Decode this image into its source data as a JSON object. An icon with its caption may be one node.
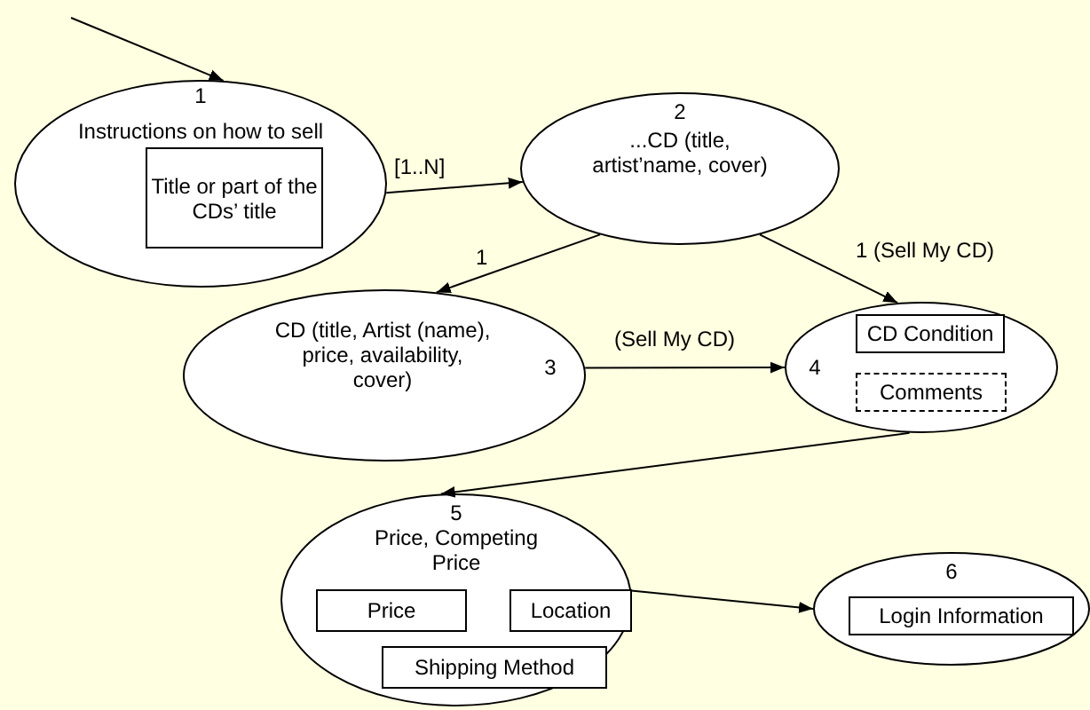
{
  "diagram": {
    "nodes": [
      {
        "text": [
          "1",
          "Instructions on how to sell"
        ]
      },
      {
        "text": [
          "Title or part of the CDs’ title"
        ],
        "in": 0
      },
      {
        "text": [
          "2",
          "...CD (title, artist’name, cover)"
        ]
      },
      {
        "text": [
          "CD (title, Artist (name), price, availability, cover)",
          "3"
        ]
      },
      {
        "text": [
          "4"
        ]
      },
      {
        "text": [
          "CD Condition"
        ],
        "in": 4
      },
      {
        "text": [
          "Comments"
        ],
        "in": 4
      },
      {
        "text": [
          "5",
          "Price, Competing Price"
        ]
      },
      {
        "text": [
          "Price"
        ],
        "in": 7
      },
      {
        "text": [
          "Location"
        ],
        "in": 7
      },
      {
        "text": [
          "Shipping Method"
        ],
        "in": 7
      },
      {
        "text": [
          "6"
        ]
      },
      {
        "text": [
          "Login Information"
        ],
        "in": 11
      }
    ],
    "edges": [
      {
        "from": null,
        "to": 0,
        "arrow": "to"
      },
      {
        "from": 0,
        "to": 2,
        "arrow": "to",
        "label": "[1..N]"
      },
      {
        "from": 2,
        "to": 3,
        "arrow": "to",
        "label": "1"
      },
      {
        "from": 2,
        "to": 4,
        "arrow": "to",
        "label": "1 (Sell My CD)"
      },
      {
        "from": 3,
        "to": 4,
        "arrow": "to",
        "label": "(Sell My CD)"
      },
      {
        "from": 4,
        "to": 7,
        "arrow": "to"
      },
      {
        "from": 7,
        "to": 11,
        "arrow": "to"
      }
    ]
  }
}
